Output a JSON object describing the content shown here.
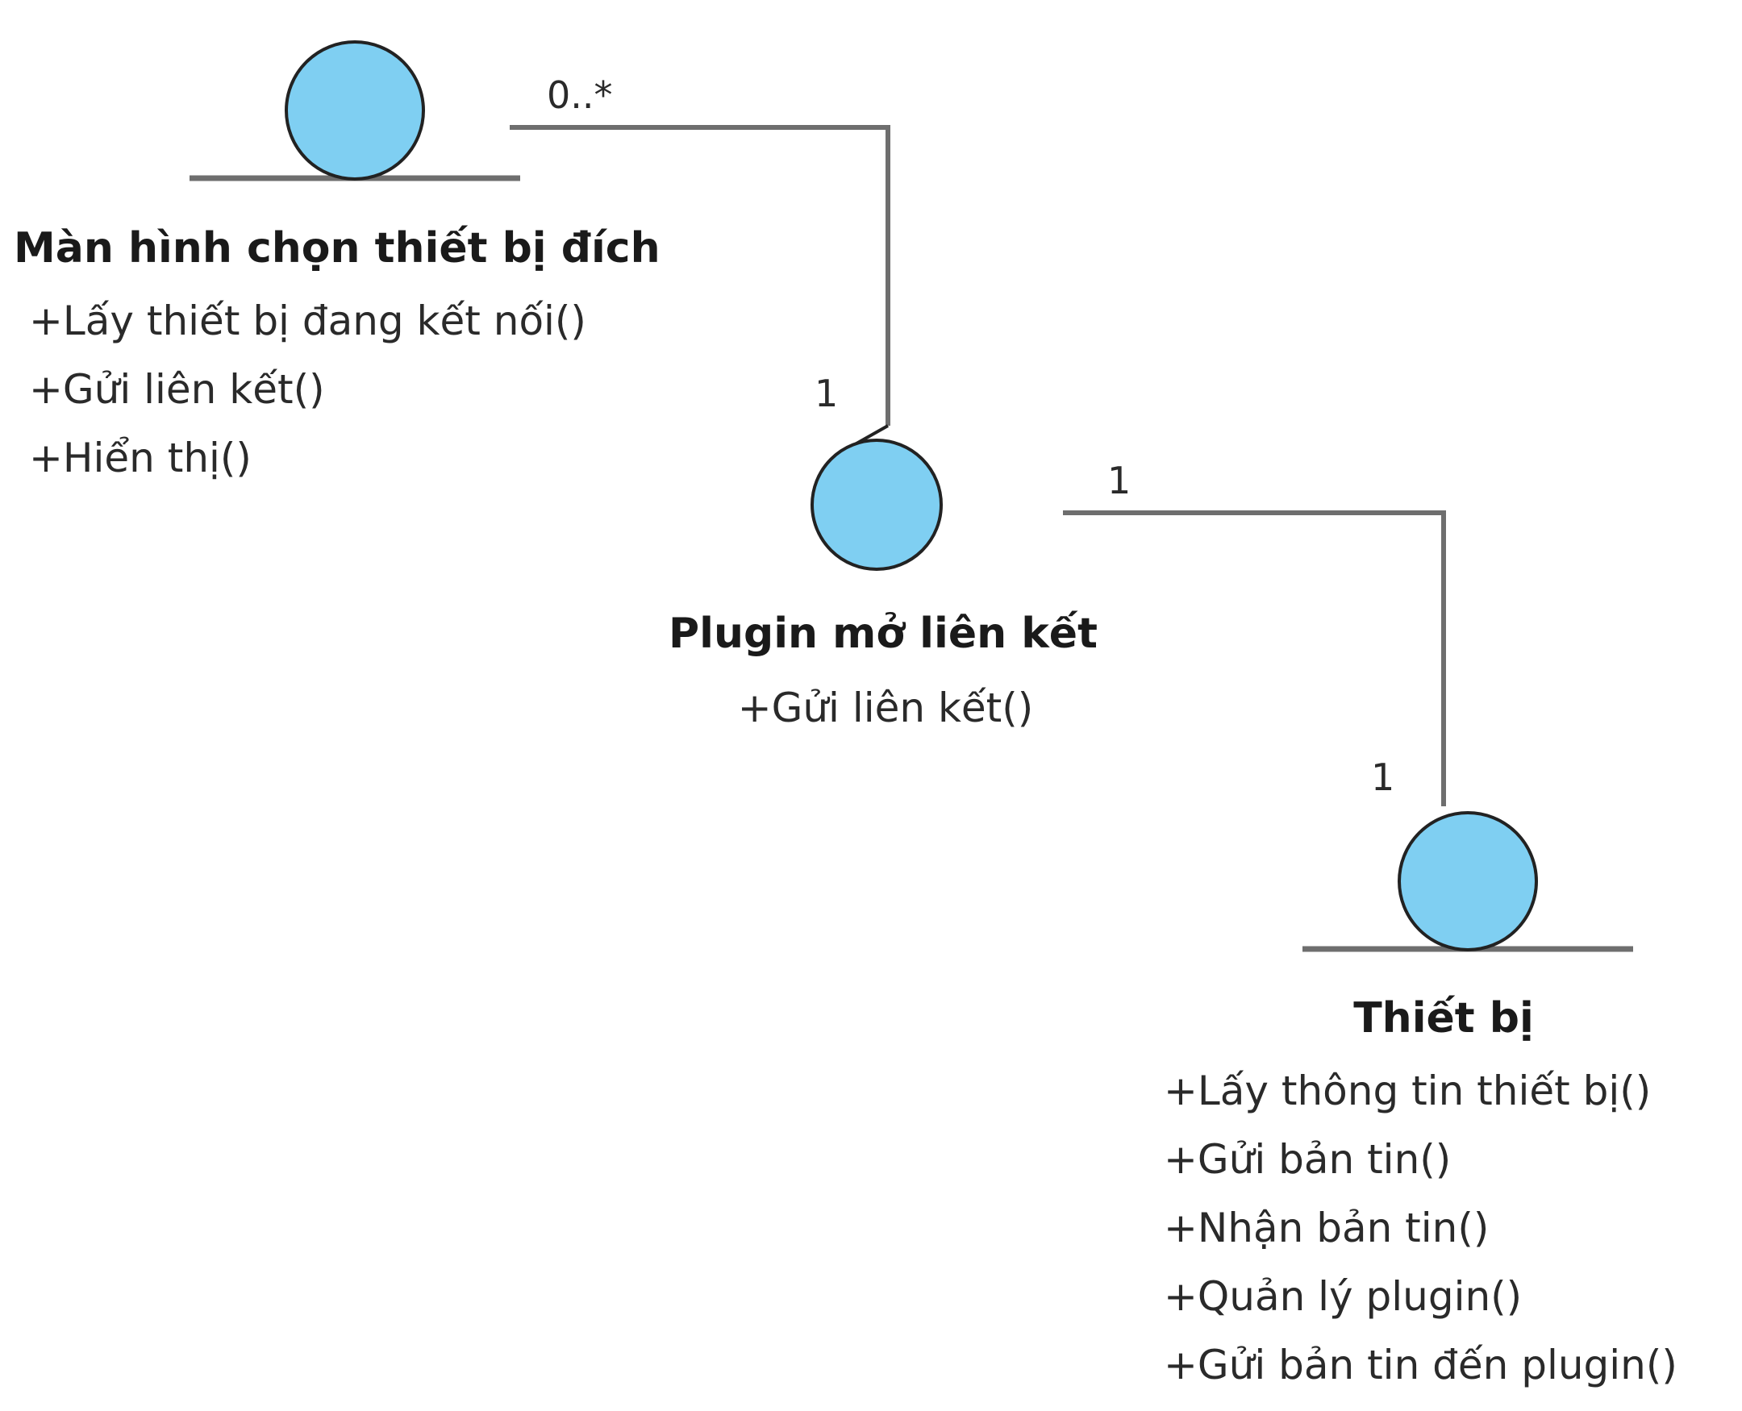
{
  "colors": {
    "entity_fill": "#7fcff2",
    "entity_stroke": "#222222",
    "line": "#6e6e6e",
    "background": "#ffffff"
  },
  "classes": {
    "screen": {
      "name": "Màn hình chọn thiết bị đích",
      "operations": [
        "+Lấy thiết bị đang kết nối()",
        "+Gửi liên kết()",
        "+Hiển thị()"
      ]
    },
    "plugin": {
      "name": "Plugin mở liên kết",
      "operations": [
        "+Gửi liên kết()"
      ]
    },
    "device": {
      "name": "Thiết bị",
      "operations": [
        "+Lấy thông tin thiết bị()",
        "+Gửi bản tin()",
        "+Nhận bản tin()",
        "+Quản lý plugin()",
        "+Gửi bản tin đến plugin()"
      ]
    }
  },
  "associations": {
    "screen_plugin": {
      "source_multiplicity": "0..*",
      "target_multiplicity": "1"
    },
    "plugin_device": {
      "source_multiplicity": "1",
      "target_multiplicity": "1"
    }
  }
}
